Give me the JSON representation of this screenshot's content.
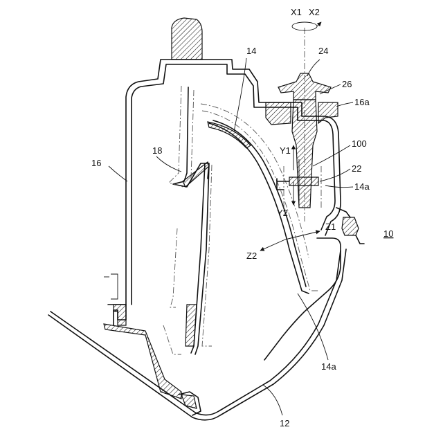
{
  "labels": {
    "x1": "X1",
    "x2": "X2",
    "y1": "Y1",
    "y2": "Y2",
    "z1": "Z1",
    "z2": "Z2",
    "ref_10": "10",
    "ref_12": "12",
    "ref_14": "14",
    "ref_14a_upper": "14a",
    "ref_14a_lower": "14a",
    "ref_16": "16",
    "ref_16a": "16a",
    "ref_18": "18",
    "ref_22": "22",
    "ref_24": "24",
    "ref_26": "26",
    "ref_100": "100"
  }
}
